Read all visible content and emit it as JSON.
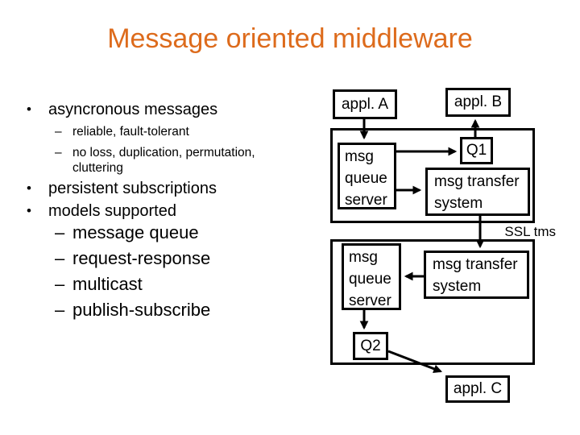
{
  "title": "Message oriented middleware",
  "colors": {
    "title": "#DD6B1C",
    "text": "#000000",
    "diagram_line": "#000000",
    "background": "#FFFFFF"
  },
  "outline": {
    "bullet_char": "•",
    "dash_char": "–",
    "items": [
      {
        "label": "asyncronous messages"
      },
      {
        "label": "persistent subscriptions"
      },
      {
        "label": "models supported"
      }
    ],
    "sub_small": [
      "reliable, fault-tolerant",
      "no loss, duplication, permutation, cluttering"
    ],
    "sub_large": [
      "message queue",
      "request-response",
      "multicast",
      "publish-subscribe"
    ]
  },
  "diagram": {
    "boxes": {
      "appl_a": "appl. A",
      "appl_b": "appl. B",
      "appl_c": "appl. C",
      "q1": "Q1",
      "q2": "Q2",
      "msg_queue_server_top": "msg queue server",
      "msg_transfer_system_top": "msg transfer system",
      "msg_queue_server_bottom": "msg queue server",
      "msg_transfer_system_bottom": "msg transfer system"
    },
    "labels": {
      "ssl": "SSL tms"
    }
  }
}
